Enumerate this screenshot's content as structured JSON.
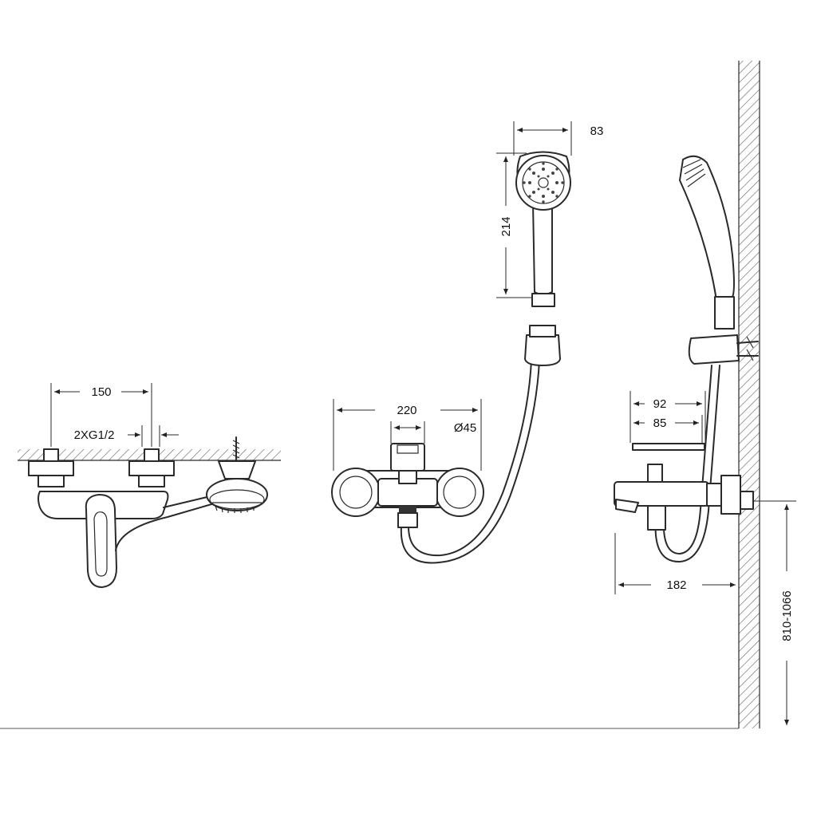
{
  "dimensions": {
    "front_center_distance": "150",
    "connection_thread": "2XG1/2",
    "body_width": "220",
    "outlet_diameter": "Ø45",
    "handshower_head_width": "83",
    "handshower_length": "214",
    "side_depth_top": "92",
    "side_depth_inner": "85",
    "side_total_depth": "182",
    "mounting_height": "810-1066"
  }
}
